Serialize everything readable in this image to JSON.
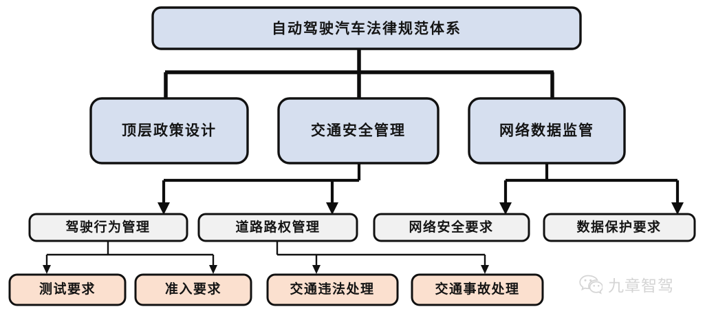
{
  "diagram": {
    "type": "hierarchy-tree",
    "title": "自动驾驶汽车法律规范体系",
    "colors": {
      "level1_fill": "#d6dfef",
      "level2_fill": "#d6dfef",
      "level3_fill": "#f1f1f1",
      "level4_fill": "#fbe0cf",
      "border": "#111111",
      "connector": "#0d0d0d",
      "watermark_text": "#9a9a9a"
    },
    "levels": {
      "level1": [
        {
          "id": "root",
          "label": "自动驾驶汽车法律规范体系"
        }
      ],
      "level2": [
        {
          "id": "policy",
          "label": "顶层政策设计"
        },
        {
          "id": "traffic",
          "label": "交通安全管理"
        },
        {
          "id": "cyber",
          "label": "网络数据监管"
        }
      ],
      "level3": [
        {
          "id": "driving",
          "label": "驾驶行为管理",
          "parent": "traffic"
        },
        {
          "id": "roadright",
          "label": "道路路权管理",
          "parent": "traffic"
        },
        {
          "id": "netsec",
          "label": "网络安全要求",
          "parent": "cyber"
        },
        {
          "id": "dataprot",
          "label": "数据保护要求",
          "parent": "cyber"
        }
      ],
      "level4": [
        {
          "id": "test",
          "label": "测试要求",
          "parent": "driving"
        },
        {
          "id": "access",
          "label": "准入要求",
          "parent": "driving"
        },
        {
          "id": "violation",
          "label": "交通违法处理",
          "parent": "roadright"
        },
        {
          "id": "accident",
          "label": "交通事故处理",
          "parent": "roadright"
        }
      ]
    }
  },
  "watermark": {
    "label": "九章智驾",
    "icon": "wechat-icon"
  }
}
